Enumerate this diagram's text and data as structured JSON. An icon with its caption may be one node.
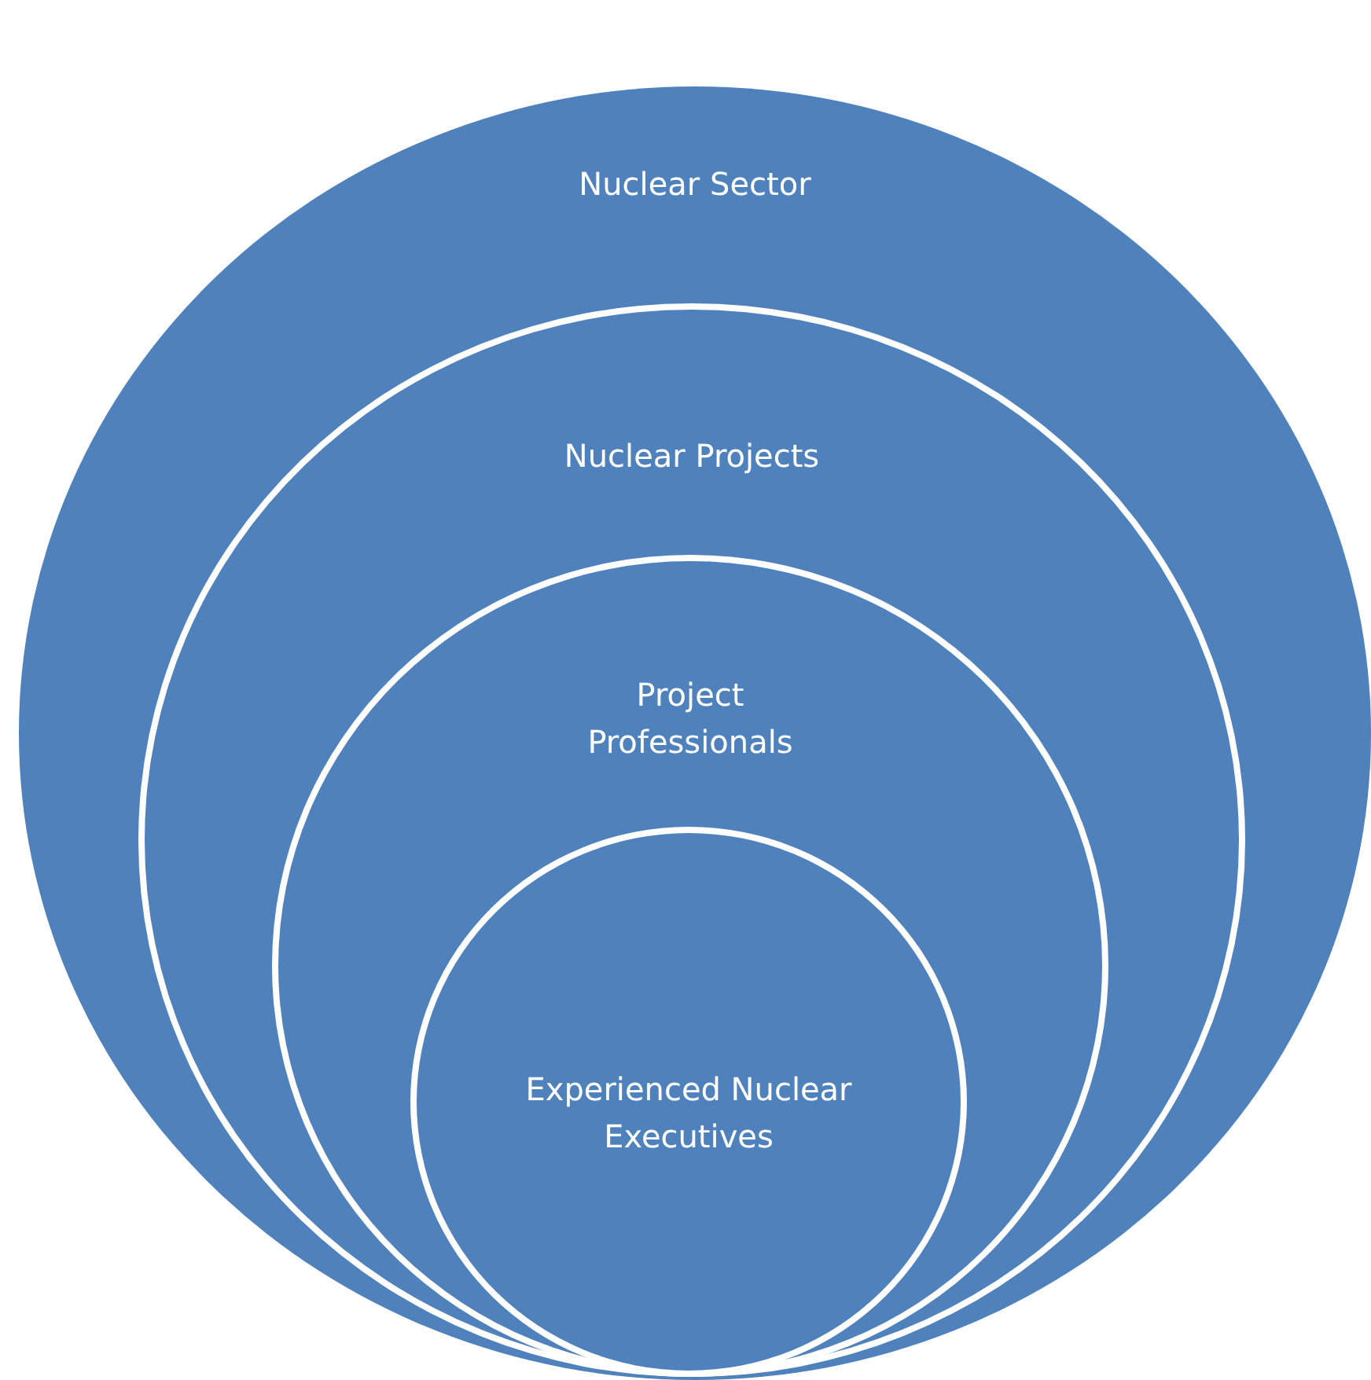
{
  "diagram": {
    "nodes": [
      {
        "text": [
          "Nuclear Sector"
        ]
      },
      {
        "text": [
          "Nuclear Projects"
        ],
        "in": 0
      },
      {
        "text": [
          "Project Professionals"
        ],
        "in": 1
      },
      {
        "text": [
          "Experienced Nuclear Executives"
        ],
        "in": 2
      }
    ],
    "edges": []
  }
}
